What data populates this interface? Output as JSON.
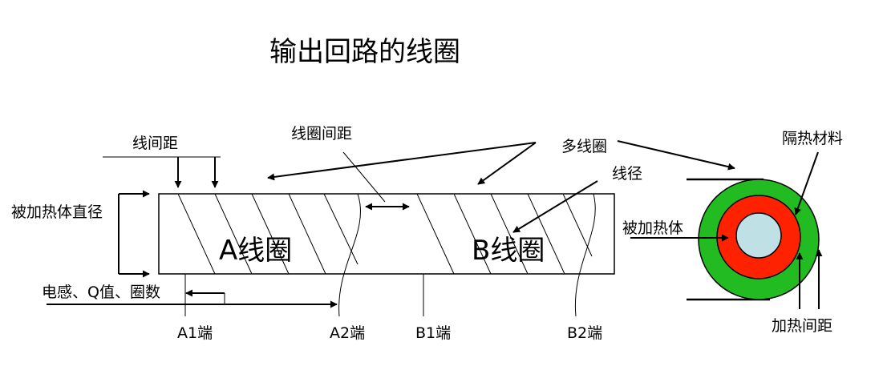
{
  "title": "输出回路的线圈",
  "labels": {
    "wire_spacing": "线间距",
    "coil_gap": "线圈间距",
    "multi_coil": "多线圈",
    "wire_diameter": "线径",
    "insulation": "隔热材料",
    "heated_diameter": "被加热体直径",
    "heated_body": "被加热体",
    "inductance": "电感、Q值、圈数",
    "heating_gap": "加热间距"
  },
  "coils": {
    "a": "A线圈",
    "b": "B线圈"
  },
  "terminals": {
    "a1": "A1端",
    "a2": "A2端",
    "b1": "B1端",
    "b2": "B2端"
  },
  "colors": {
    "outer_ring": "#22bb22",
    "middle_ring": "#ff2200",
    "inner_core": "#bfe1e6",
    "stroke": "#000000"
  }
}
